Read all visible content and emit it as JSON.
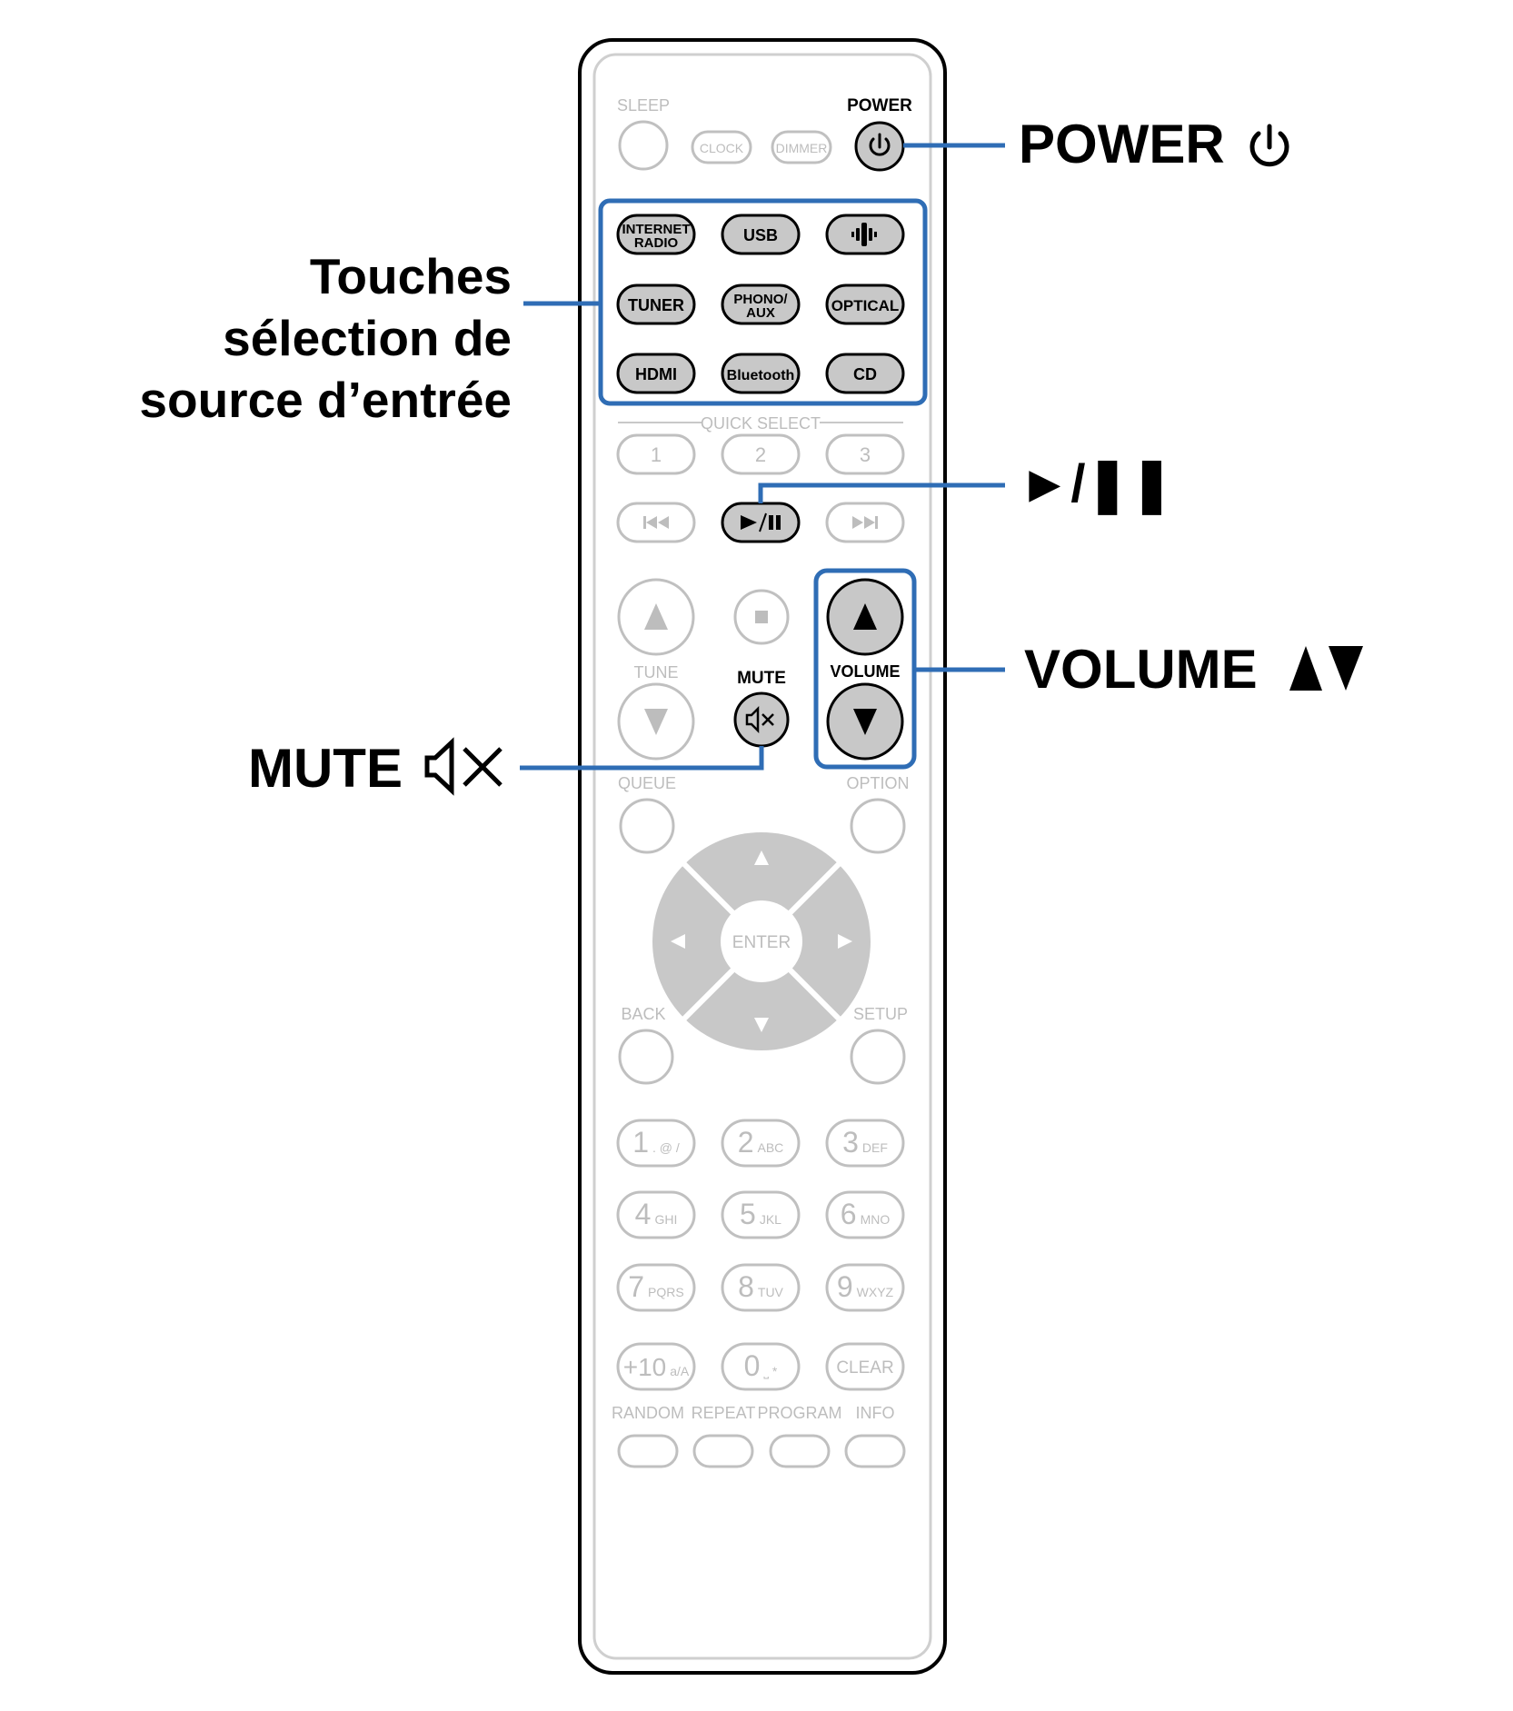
{
  "callouts": {
    "power": "POWER",
    "source_line1": "Touches",
    "source_line2": "sélection de",
    "source_line3": "source d’entrée",
    "play_pause": "►/❚❚",
    "volume": "VOLUME",
    "mute": "MUTE"
  },
  "remote": {
    "sleep": "SLEEP",
    "power": "POWER",
    "clock": "CLOCK",
    "dimmer": "DIMMER",
    "internet_radio_1": "INTERNET",
    "internet_radio_2": "RADIO",
    "usb": "USB",
    "tuner": "TUNER",
    "phono_1": "PHONO/",
    "phono_2": "AUX",
    "optical": "OPTICAL",
    "hdmi": "HDMI",
    "bluetooth": "Bluetooth",
    "cd": "CD",
    "quick_select": "QUICK SELECT",
    "qs1": "1",
    "qs2": "2",
    "qs3": "3",
    "tune": "TUNE",
    "mute": "MUTE",
    "volume": "VOLUME",
    "queue": "QUEUE",
    "option": "OPTION",
    "enter": "ENTER",
    "back": "BACK",
    "setup": "SETUP",
    "clear": "CLEAR",
    "random": "RANDOM",
    "repeat": "REPEAT",
    "program": "PROGRAM",
    "info": "INFO",
    "keypad": [
      {
        "num": "1",
        "sub": ". @ /"
      },
      {
        "num": "2",
        "sub": "ABC"
      },
      {
        "num": "3",
        "sub": "DEF"
      },
      {
        "num": "4",
        "sub": "GHI"
      },
      {
        "num": "5",
        "sub": "JKL"
      },
      {
        "num": "6",
        "sub": "MNO"
      },
      {
        "num": "7",
        "sub": "PQRS"
      },
      {
        "num": "8",
        "sub": "TUV"
      },
      {
        "num": "9",
        "sub": "WXYZ"
      },
      {
        "num": "+10",
        "sub": "a/A"
      },
      {
        "num": "0",
        "sub": "⎵ *"
      }
    ]
  },
  "colors": {
    "highlight": "#2f6db5",
    "active_button": "#c8c8c8",
    "inactive": "#c0c0c0"
  }
}
